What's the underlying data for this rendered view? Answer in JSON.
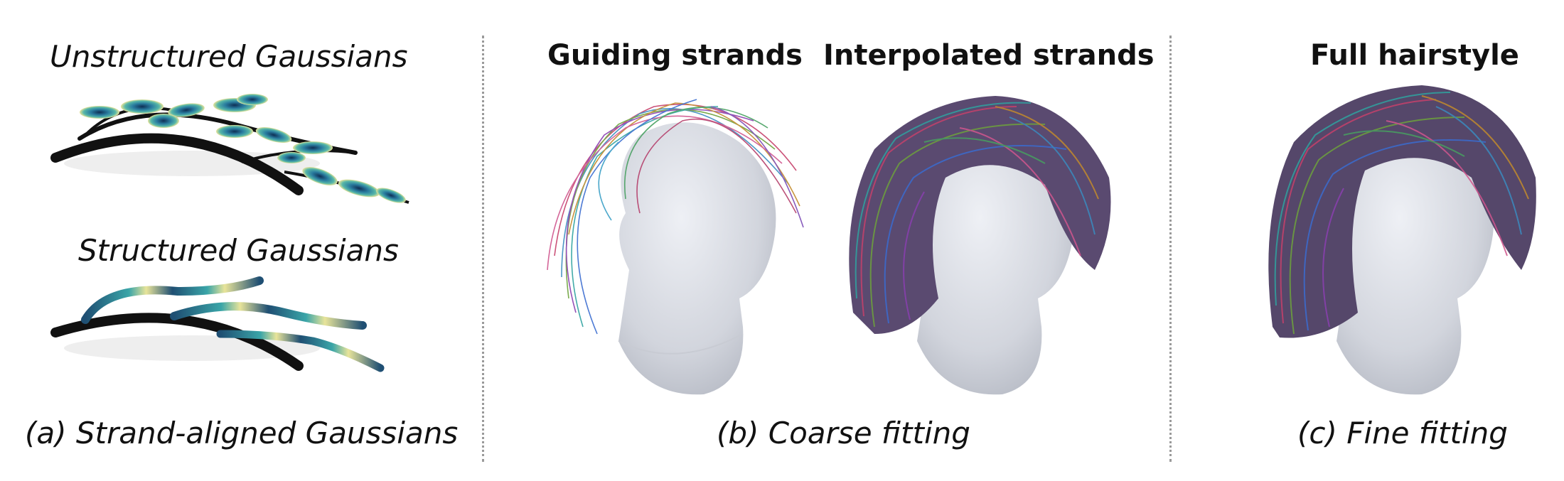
{
  "panel_a": {
    "top_label": "Unstructured Gaussians",
    "bottom_label": "Structured Gaussians",
    "caption": "(a) Strand-aligned Gaussians"
  },
  "panel_b": {
    "left_title": "Guiding strands",
    "right_title": "Interpolated strands",
    "caption": "(b) Coarse fitting"
  },
  "panel_c": {
    "title": "Full hairstyle",
    "caption": "(c) Fine fitting"
  },
  "colors": {
    "gaussian_blue": "#1f4f73",
    "gaussian_teal": "#3aa5a8",
    "gaussian_yellow": "#e8e49a",
    "head_gray": "#d9dbe2",
    "divider": "#9a9a9a"
  }
}
